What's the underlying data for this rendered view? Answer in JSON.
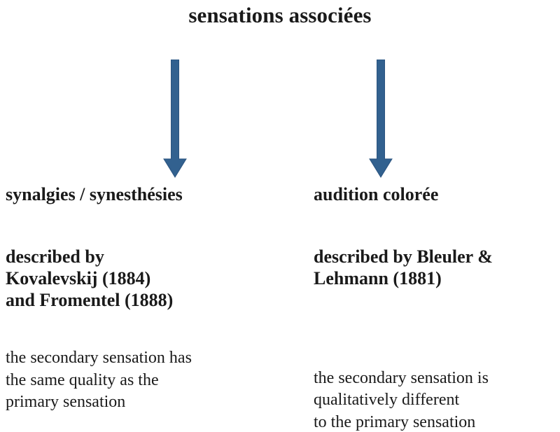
{
  "title": "sensations associées",
  "colors": {
    "background": "#ffffff",
    "text": "#1a1a1a",
    "arrow_fill": "#32618f",
    "arrow_stroke": "#2b5480"
  },
  "arrows": [
    {
      "name": "arrow-to-synalgies",
      "direction": "down"
    },
    {
      "name": "arrow-to-audition-coloree",
      "direction": "down"
    }
  ],
  "columns": [
    {
      "heading": "synalgies / synesthésies",
      "attribution_lines": [
        "described by",
        "Kovalevskij (1884)",
        "and Fromentel (1888)"
      ],
      "description_lines": [
        "the secondary sensation has",
        "the same quality as the",
        "primary sensation"
      ]
    },
    {
      "heading": "audition colorée",
      "attribution_lines": [
        "described by Bleuler &",
        "Lehmann (1881)"
      ],
      "description_lines": [
        "the secondary sensation is",
        "qualitatively different",
        "to the primary sensation"
      ]
    }
  ]
}
